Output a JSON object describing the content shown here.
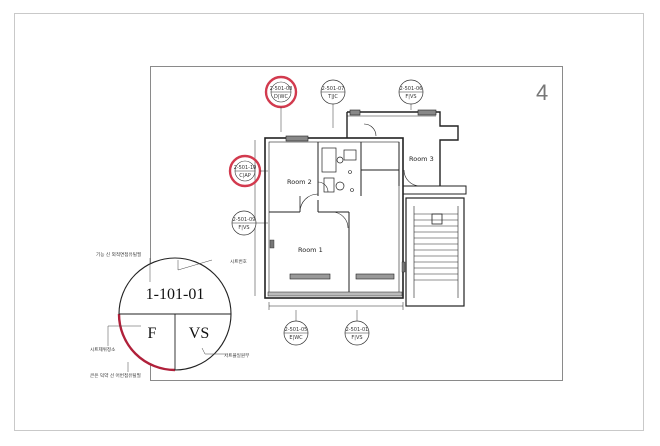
{
  "sheet_number": "4",
  "rooms": [
    "Room 1",
    "Room 2",
    "Room 3"
  ],
  "section_tags": [
    {
      "id": "2-501-08",
      "sub": "D|WC",
      "highlight": true
    },
    {
      "id": "2-501-07",
      "sub": "T|JC",
      "highlight": false
    },
    {
      "id": "2-501-06",
      "sub": "F|VS",
      "highlight": false
    },
    {
      "id": "2-501-10",
      "sub": "C|AP",
      "highlight": true
    },
    {
      "id": "2-501-09",
      "sub": "F|VS",
      "highlight": false
    },
    {
      "id": "2-501-05",
      "sub": "E|WC",
      "highlight": false
    },
    {
      "id": "2-501-01",
      "sub": "F|VS",
      "highlight": false
    }
  ],
  "legend": {
    "code": "1-101-01",
    "left": "F",
    "right": "VS",
    "label_top_left": "기능 신 외적면접유틸필",
    "label_top_right": "시트번호",
    "label_mid_left": "시트제위정소",
    "label_bottom_right": "시트플일원부",
    "label_bottom_left": "큰은 덕약 선 어번접유틸필"
  },
  "colors": {
    "highlight": "#d23a4e",
    "line": "#222222",
    "frame": "#c9c9c9"
  }
}
